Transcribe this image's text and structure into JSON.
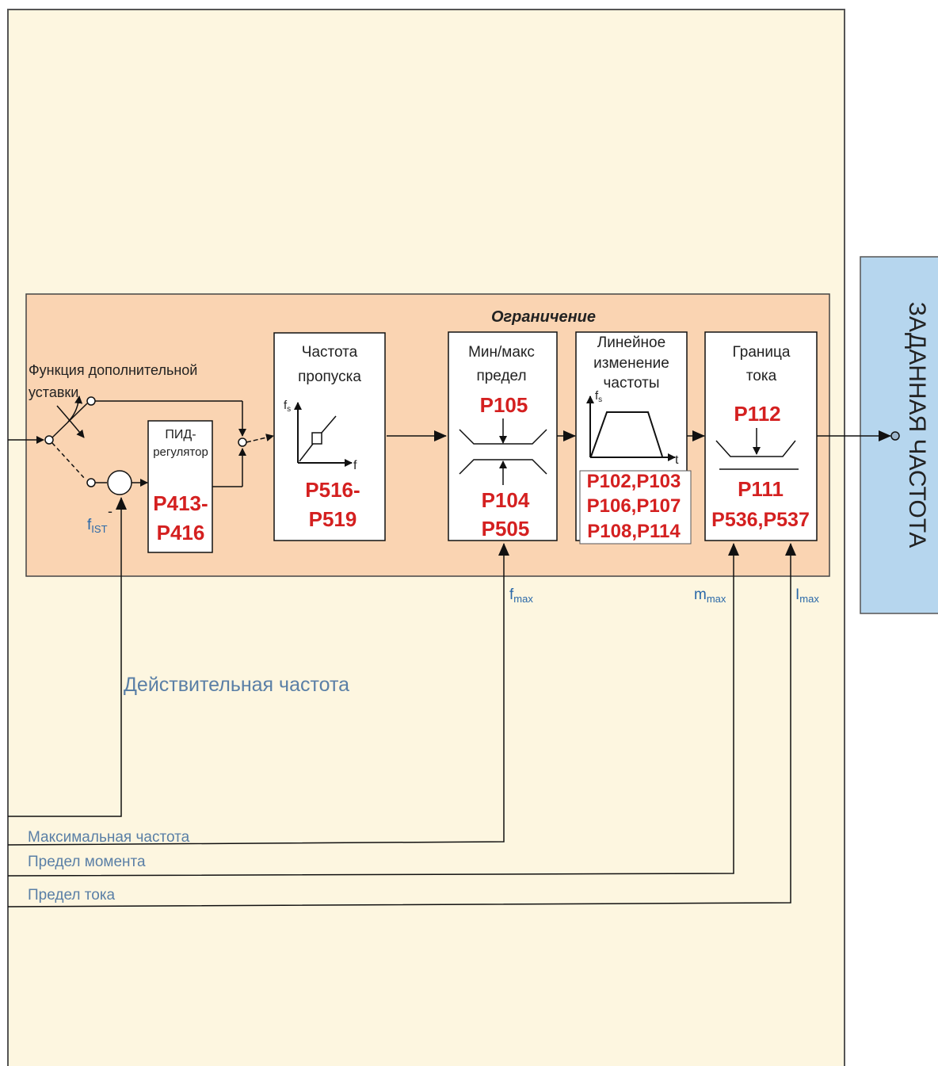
{
  "colors": {
    "panel_bg": "#fdf6e0",
    "limit_bg": "#fad4b2",
    "output_bg": "#b6d6ee",
    "param_red": "#d42020",
    "signal_blue": "#5a7fa6",
    "line": "#111111"
  },
  "limit_region": {
    "title": "Ограничение"
  },
  "aux_setpoint": {
    "line1": "Функция дополнительной",
    "line2": "уставки"
  },
  "pid": {
    "line1": "ПИД-",
    "line2": "регулятор",
    "param1": "P413-",
    "param2": "P416"
  },
  "feedback": {
    "f_base": "f",
    "f_sub": "IST",
    "minus": "-"
  },
  "skip_freq": {
    "line1": "Частота",
    "line2": "пропуска",
    "param1": "P516-",
    "param2": "P519",
    "axis_y": "f",
    "axis_y_sub": "s",
    "axis_x": "f"
  },
  "minmax": {
    "line1": "Мин/макс",
    "line2": "предел",
    "param_top": "P105",
    "param_mid": "P104",
    "param_bot": "P505"
  },
  "ramp": {
    "line1": "Линейное",
    "line2": "изменение",
    "line3": "частоты",
    "axis_y": "f",
    "axis_y_sub": "s",
    "axis_x": "t",
    "params1": "P102,P103",
    "params2": "P106,P107",
    "params3": "P108,P114"
  },
  "current_limit": {
    "line1": "Граница",
    "line2": "тока",
    "param1": "P112",
    "param2": "P111",
    "param3": "P536,P537"
  },
  "limit_inputs": {
    "fmax_base": "f",
    "fmax_sub": "max",
    "mmax_base": "m",
    "mmax_sub": "max",
    "imax_base": "I",
    "imax_sub": "max"
  },
  "signals": {
    "actual_freq": "Действительная частота",
    "max_freq": "Максимальная частота",
    "torque_limit": "Предел момента",
    "current_limit": "Предел тока"
  },
  "output": {
    "label": "ЗАДАННАЯ ЧАСТОТА"
  }
}
